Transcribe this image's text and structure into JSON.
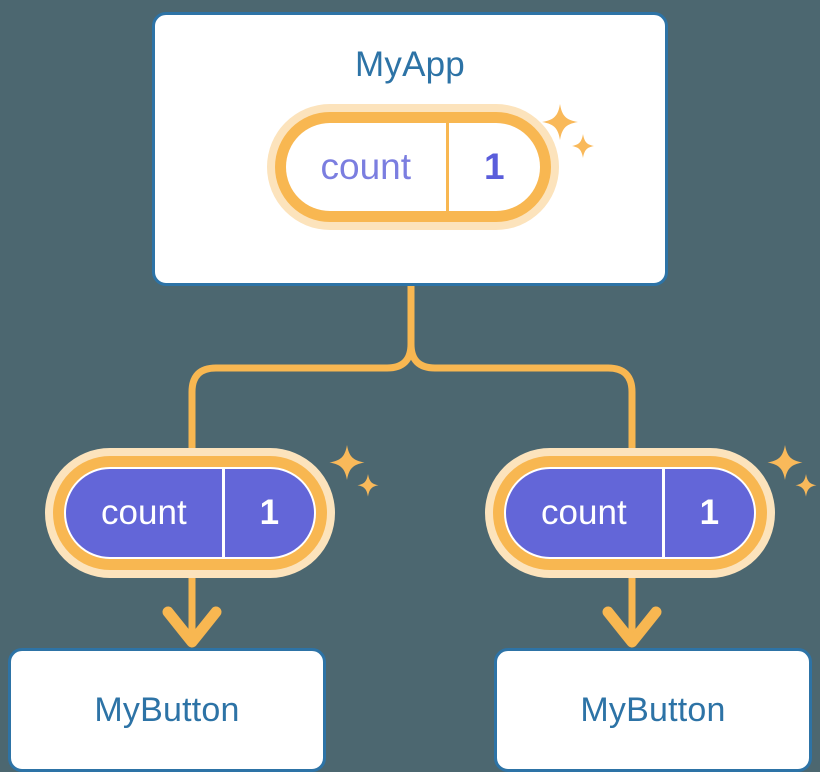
{
  "diagram": {
    "title": "MyApp",
    "background_color": "#4c6770",
    "accent_colors": {
      "card_border_blue": "#2d73a6",
      "title_blue": "#2d73a6",
      "ring_orange": "#f8b751",
      "halo_orange": "#fce3bc",
      "state_purple": "#6366d8",
      "key_purple": "#7b7ee0",
      "value_purple": "#5a5ddb",
      "card_white": "#ffffff"
    }
  },
  "root": {
    "label": "MyApp",
    "state": {
      "key": "count",
      "value": "1"
    },
    "sparkle_icon": "sparkles-icon"
  },
  "children": [
    {
      "state": {
        "key": "count",
        "value": "1"
      },
      "label": "MyButton",
      "sparkle_icon": "sparkles-icon"
    },
    {
      "state": {
        "key": "count",
        "value": "1"
      },
      "label": "MyButton",
      "sparkle_icon": "sparkles-icon"
    }
  ],
  "connectors": {
    "color": "#f8b751",
    "stroke_width": 6,
    "arrow_icon": "arrow-down-icon"
  }
}
